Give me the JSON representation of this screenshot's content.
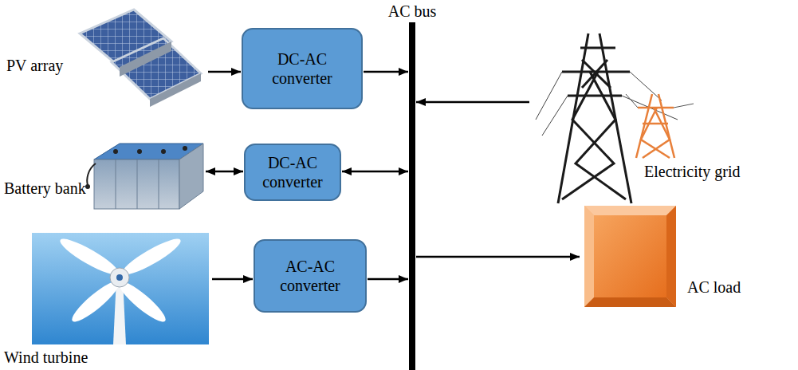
{
  "diagram": {
    "nodes": [
      {
        "text": [
          "PV array"
        ]
      },
      {
        "text": [
          "DC-AC converter"
        ]
      },
      {
        "text": [
          "AC bus"
        ]
      },
      {
        "text": [
          "Electricity grid"
        ]
      },
      {
        "text": [
          "Battery bank"
        ]
      },
      {
        "text": [
          "DC-AC converter"
        ]
      },
      {
        "text": [
          "Wind turbine"
        ]
      },
      {
        "text": [
          "AC-AC converter"
        ]
      },
      {
        "text": [
          "AC load"
        ]
      }
    ],
    "edges": [
      {
        "from": 0,
        "to": 1,
        "arrow": "to"
      },
      {
        "from": 1,
        "to": 2,
        "arrow": "to"
      },
      {
        "from": 4,
        "to": 5,
        "arrow": "both"
      },
      {
        "from": 5,
        "to": 2,
        "arrow": "both"
      },
      {
        "from": 6,
        "to": 7,
        "arrow": "to"
      },
      {
        "from": 7,
        "to": 2,
        "arrow": "to"
      },
      {
        "from": 3,
        "to": 2,
        "arrow": "to"
      },
      {
        "from": 2,
        "to": 8,
        "arrow": "to"
      }
    ]
  }
}
